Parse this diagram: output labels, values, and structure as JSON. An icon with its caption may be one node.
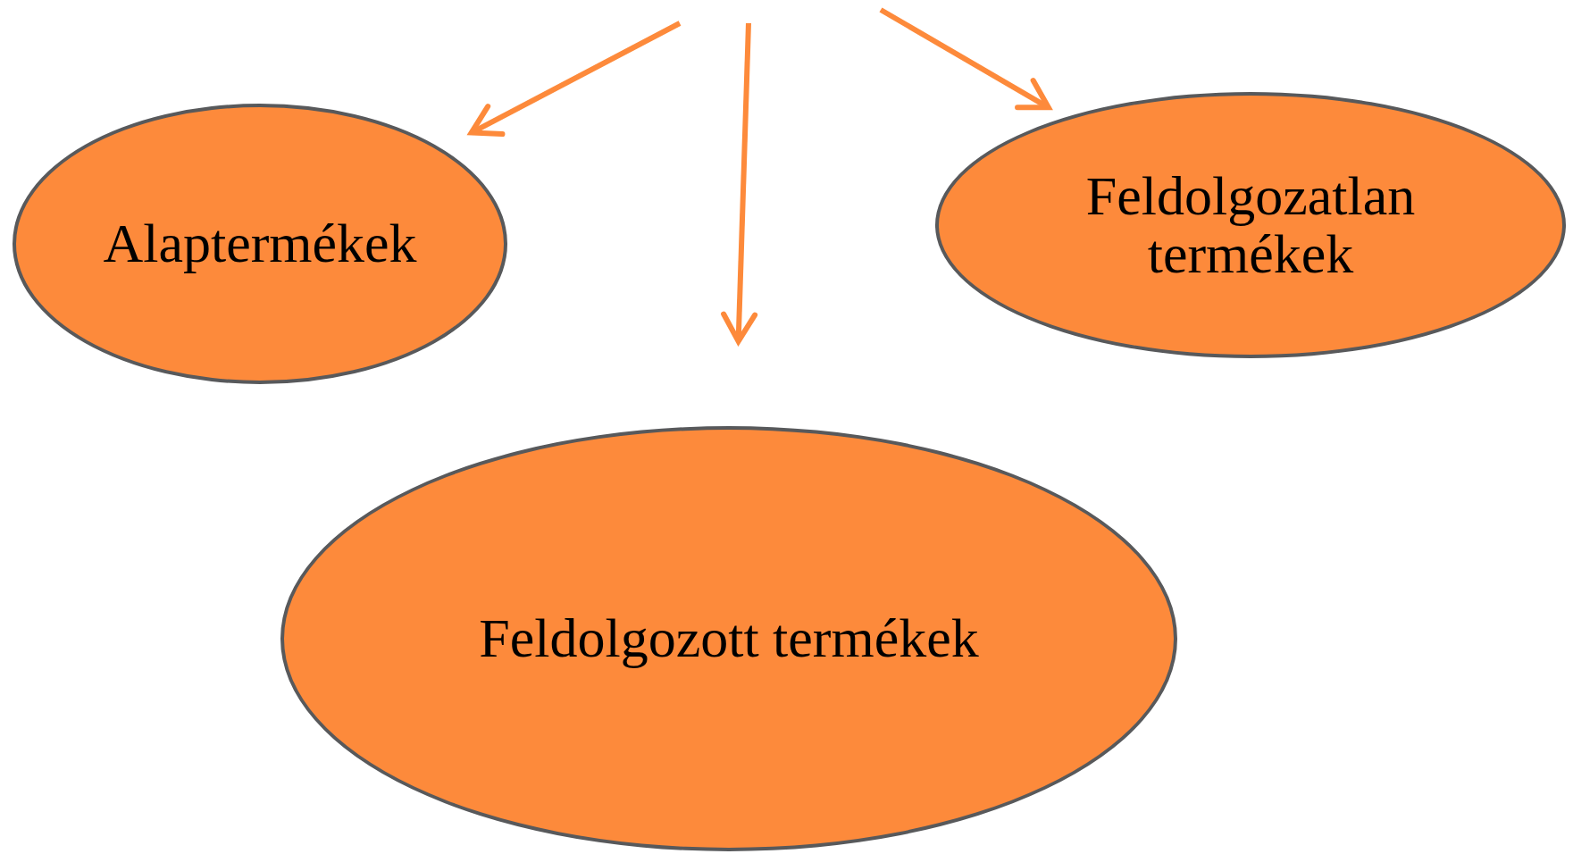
{
  "diagram": {
    "nodes": [
      {
        "text": [
          "Alaptermékek"
        ]
      },
      {
        "text": [
          "Feldolgozatlan termékek"
        ]
      },
      {
        "text": [
          "Feldolgozott termékek"
        ]
      }
    ],
    "edges": [
      {
        "from": null,
        "to": 0,
        "arrow": "to"
      },
      {
        "from": null,
        "to": 2,
        "arrow": "to"
      },
      {
        "from": null,
        "to": 1,
        "arrow": "to"
      }
    ]
  }
}
